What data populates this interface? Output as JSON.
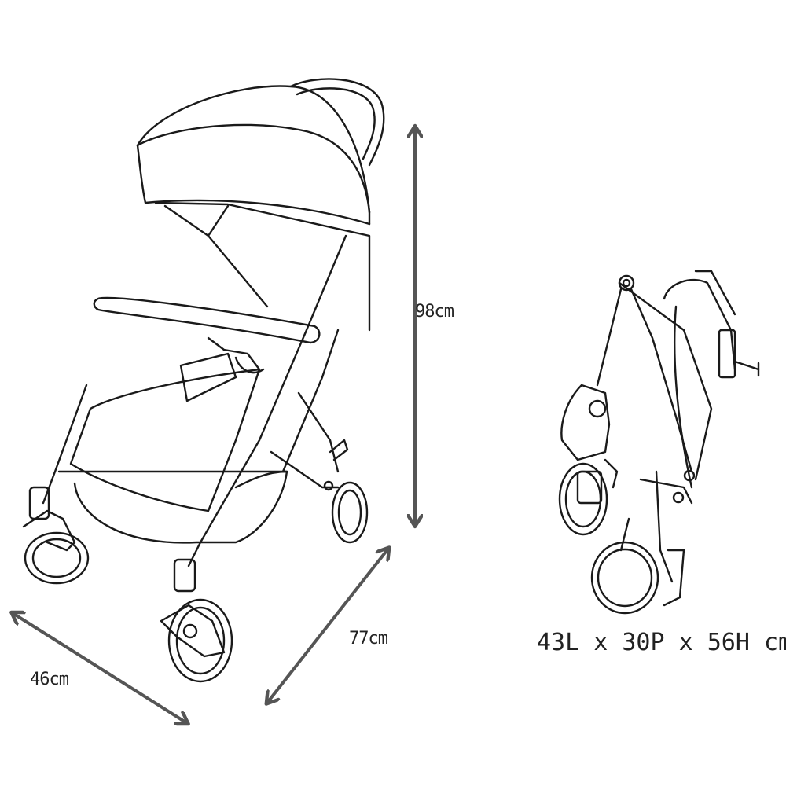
{
  "dimensions": {
    "height": "98cm",
    "depth": "77cm",
    "width": "46cm",
    "folded": "43L x 30P x 56H cm"
  },
  "colors": {
    "line": "#1a1a1a",
    "arrow": "#555555"
  }
}
